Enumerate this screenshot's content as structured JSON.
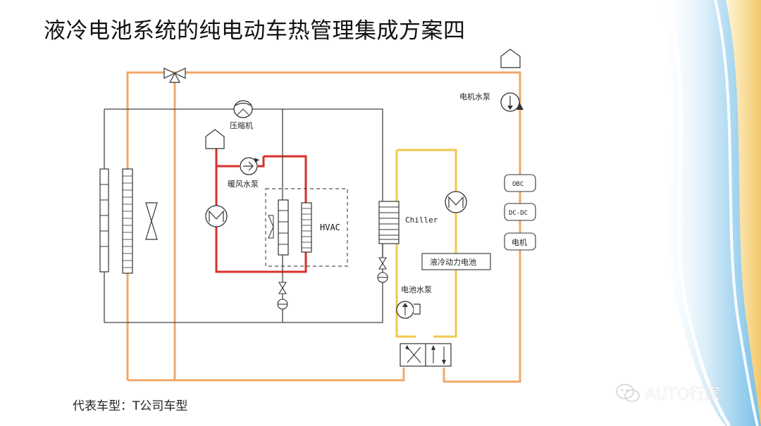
{
  "slide": {
    "title": "液冷电池系统的纯电动车热管理集成方案四",
    "footer": "代表车型：T公司车型",
    "watermark": "AUTO行家"
  },
  "diagram": {
    "labels": {
      "compressor": "压缩机",
      "motor_pump": "电机水泵",
      "heater_pump": "暖风水泵",
      "hvac": "HVAC",
      "chiller": "Chiller",
      "battery_pack": "液冷动力电池",
      "battery_pump": "电池水泵",
      "obc": "OBC",
      "dcdc": "DC-DC",
      "motor": "电机"
    }
  },
  "colors": {
    "coolant_loop": "#f0a868",
    "battery_loop": "#f2c84b",
    "heater_loop": "#d9302a",
    "refrigerant_loop": "#444444",
    "background_wave": "#7ec3e6"
  }
}
